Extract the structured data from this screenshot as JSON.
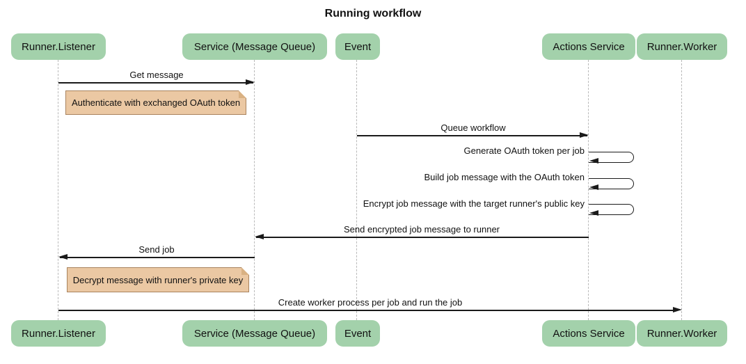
{
  "title": "Running workflow",
  "participants": [
    {
      "name": "Runner.Listener"
    },
    {
      "name": "Service (Message Queue)"
    },
    {
      "name": "Event"
    },
    {
      "name": "Actions Service"
    },
    {
      "name": "Runner.Worker"
    }
  ],
  "messages": [
    {
      "label": "Get message",
      "from": "Runner.Listener",
      "to": "Service (Message Queue)"
    },
    {
      "label": "Queue workflow",
      "from": "Event",
      "to": "Actions Service"
    },
    {
      "label": "Generate OAuth token per job",
      "from": "Actions Service",
      "to": "Actions Service",
      "self": true
    },
    {
      "label": "Build job message with the OAuth token",
      "from": "Actions Service",
      "to": "Actions Service",
      "self": true
    },
    {
      "label": "Encrypt job message with the target runner's public key",
      "from": "Actions Service",
      "to": "Actions Service",
      "self": true
    },
    {
      "label": "Send encrypted job message to runner",
      "from": "Actions Service",
      "to": "Service (Message Queue)"
    },
    {
      "label": "Send job",
      "from": "Service (Message Queue)",
      "to": "Runner.Listener"
    },
    {
      "label": "Create worker process per job and run the job",
      "from": "Runner.Listener",
      "to": "Runner.Worker"
    }
  ],
  "notes": [
    {
      "label": "Authenticate with exchanged OAuth token"
    },
    {
      "label": "Decrypt message with runner's private key"
    }
  ],
  "colors": {
    "participant_fill": "#a3d1ab",
    "note_fill": "#ebc8a3",
    "note_border": "#a9835d",
    "lifeline": "#b9b9b9",
    "arrow": "#1a1a1a",
    "text": "#111111"
  }
}
